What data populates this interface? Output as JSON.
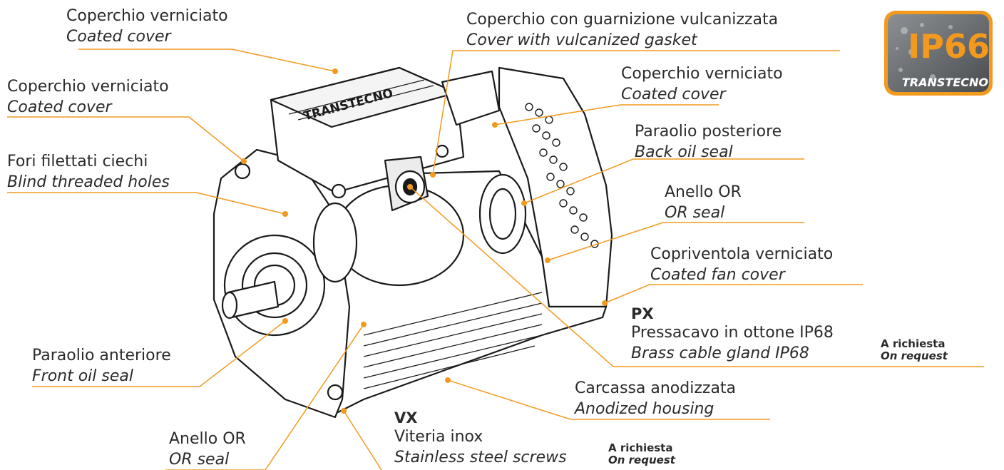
{
  "colors": {
    "leader": "#f39a1e",
    "text": "#2b2b2b",
    "motor_outline": "#1a1a1a",
    "badge_bg": "#6a6e72",
    "badge_border": "#f39a1e"
  },
  "labels": {
    "cover_top": {
      "it": "Coperchio verniciato",
      "en": "Coated cover"
    },
    "cover_left": {
      "it": "Coperchio verniciato",
      "en": "Coated cover"
    },
    "holes": {
      "it": "Fori filettati ciechi",
      "en": "Blind threaded holes"
    },
    "gasket_cover": {
      "it": "Coperchio con guarnizione vulcanizzata",
      "en": "Cover with vulcanized gasket"
    },
    "cover_right": {
      "it": "Coperchio verniciato",
      "en": "Coated cover"
    },
    "back_seal": {
      "it": "Paraolio posteriore",
      "en": "Back oil seal"
    },
    "or_right": {
      "it": "Anello OR",
      "en": "OR seal"
    },
    "fan_cover": {
      "it": "Copriventola verniciato",
      "en": "Coated fan cover"
    },
    "front_seal": {
      "it": "Paraolio anteriore",
      "en": "Front oil seal"
    },
    "housing": {
      "it": "Carcassa anodizzata",
      "en": "Anodized housing"
    },
    "or_bottom": {
      "it": "Anello OR",
      "en": "OR seal"
    },
    "gland": {
      "code": "PX",
      "it": "Pressacavo in ottone IP68",
      "en": "Brass cable gland IP68"
    },
    "screws": {
      "code": "VX",
      "it": "Viteria inox",
      "en": "Stainless steel screws"
    }
  },
  "on_request": [
    {
      "it": "A richiesta",
      "en": "On request"
    },
    {
      "it": "A richiesta",
      "en": "On request"
    }
  ],
  "badge": {
    "rating": "IP66",
    "brand": "TRANSTECNO"
  },
  "motor_brand": "TRANSTECNO"
}
